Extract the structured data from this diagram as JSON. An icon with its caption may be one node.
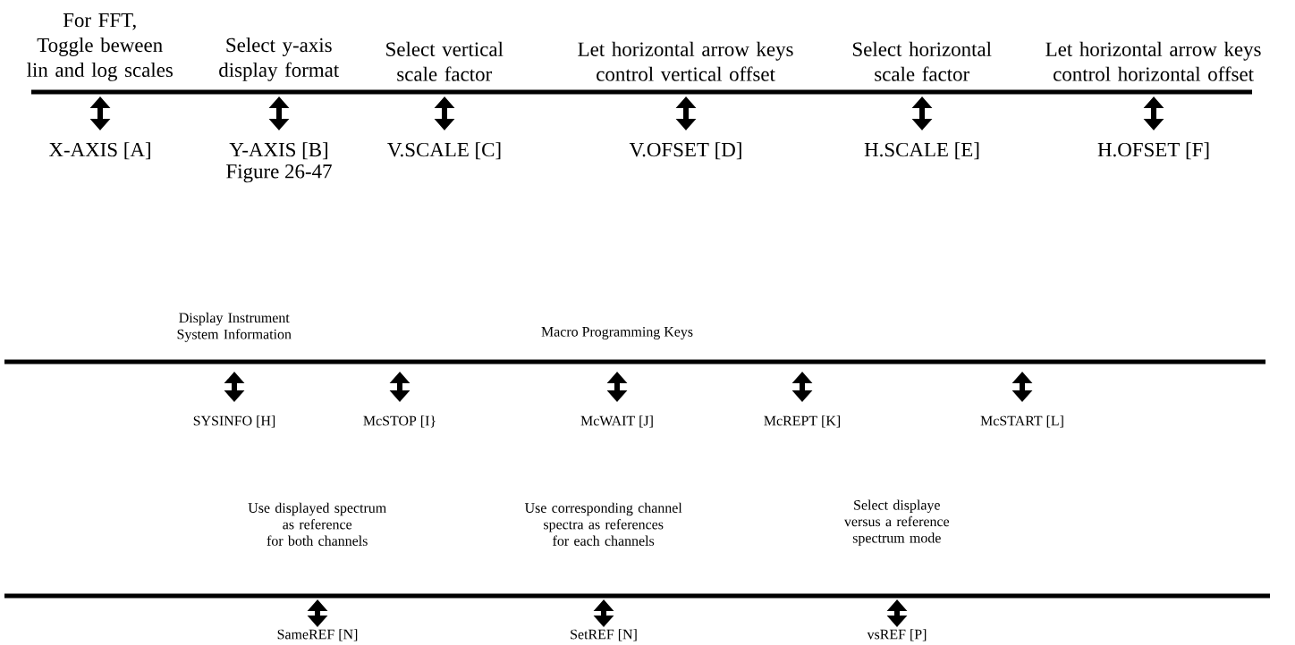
{
  "diagram": {
    "nodes": [
      {
        "text": [
          "For FFT, Toggle beween lin and log scales"
        ]
      },
      {
        "text": [
          "Select y-axis display format"
        ]
      },
      {
        "text": [
          "Select vertical scale factor"
        ]
      },
      {
        "text": [
          "Let horizontal arrow keys control vertical offset"
        ]
      },
      {
        "text": [
          "Select horizontal scale factor"
        ]
      },
      {
        "text": [
          "Let horizontal arrow keys control horizontal offset"
        ]
      },
      {
        "text": [
          "X-AXIS [A]"
        ]
      },
      {
        "text": [
          "Y-AXIS [B]"
        ]
      },
      {
        "text": [
          "V.SCALE [C]"
        ]
      },
      {
        "text": [
          "V.OFSET [D]"
        ]
      },
      {
        "text": [
          "H.SCALE [E]"
        ]
      },
      {
        "text": [
          "H.OFSET [F]"
        ]
      },
      {
        "text": [
          "SYSINFO [H]"
        ]
      },
      {
        "text": [
          "McSTOP [I}"
        ]
      },
      {
        "text": [
          "McWAIT [J]"
        ]
      },
      {
        "text": [
          "McREPT [K]"
        ]
      },
      {
        "text": [
          "McSTART [L]"
        ]
      },
      {
        "text": [
          "SameREF [N]"
        ]
      },
      {
        "text": [
          "SetREF [N]"
        ]
      },
      {
        "text": [
          "vsREF [P]"
        ]
      }
    ],
    "edges": [
      {
        "from": 0,
        "to": 6,
        "arrow": "both"
      },
      {
        "from": 1,
        "to": 7,
        "arrow": "both"
      },
      {
        "from": 2,
        "to": 8,
        "arrow": "both"
      },
      {
        "from": 3,
        "to": 9,
        "arrow": "both"
      },
      {
        "from": 4,
        "to": 10,
        "arrow": "both"
      },
      {
        "from": 5,
        "to": 11,
        "arrow": "both"
      },
      {
        "from": null,
        "to": 12,
        "arrow": "both"
      },
      {
        "from": null,
        "to": 13,
        "arrow": "both"
      },
      {
        "from": null,
        "to": 14,
        "arrow": "both"
      },
      {
        "from": null,
        "to": 15,
        "arrow": "both"
      },
      {
        "from": null,
        "to": 16,
        "arrow": "both"
      },
      {
        "from": null,
        "to": 17,
        "arrow": "both"
      },
      {
        "from": null,
        "to": 18,
        "arrow": "both"
      },
      {
        "from": null,
        "to": 19,
        "arrow": "both"
      }
    ],
    "labels": [
      "Figure 26-47",
      "Display Instrument System Information",
      "Macro Programming Keys",
      "Use displayed spectrum as reference for both channels",
      "Use corresponding channel spectra as references for each channels",
      "Select displaye versus a reference spectrum mode"
    ]
  }
}
